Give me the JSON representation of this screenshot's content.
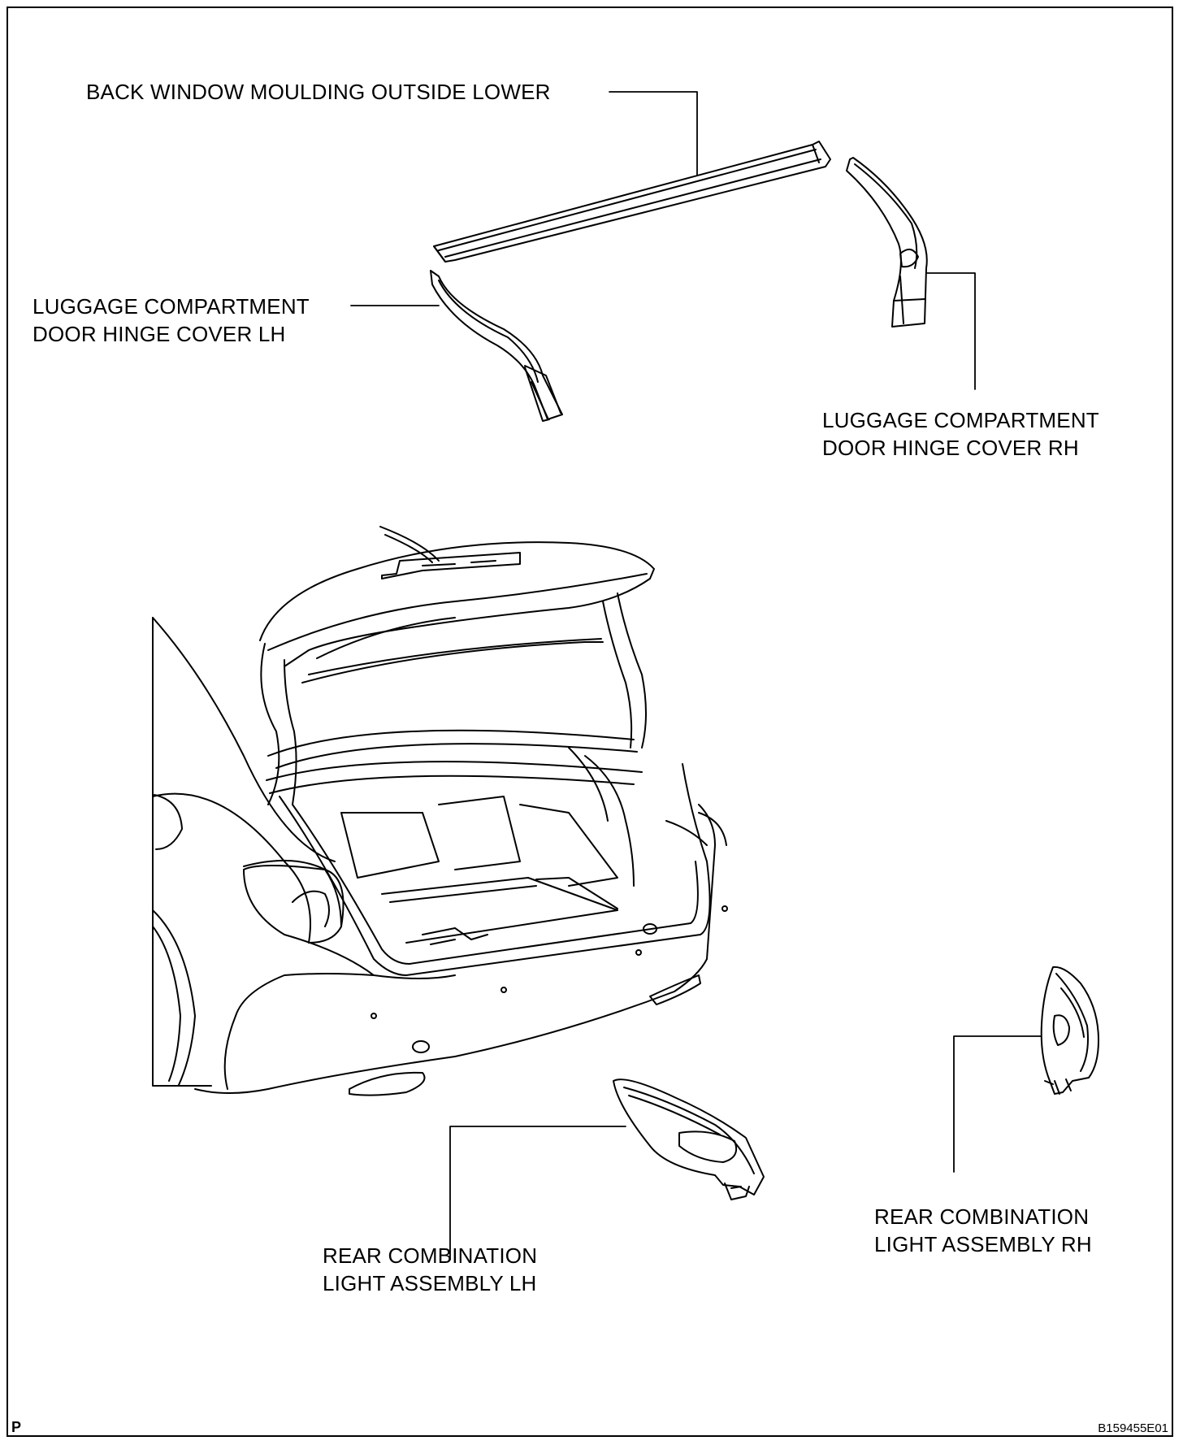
{
  "labels": {
    "back_window_moulding": "BACK WINDOW MOULDING OUTSIDE LOWER",
    "hinge_cover_lh": [
      "LUGGAGE COMPARTMENT",
      "DOOR HINGE COVER LH"
    ],
    "hinge_cover_rh": [
      "LUGGAGE COMPARTMENT",
      "DOOR HINGE COVER RH"
    ],
    "rear_light_lh": [
      "REAR COMBINATION",
      "LIGHT ASSEMBLY LH"
    ],
    "rear_light_rh": [
      "REAR COMBINATION",
      "LIGHT ASSEMBLY RH"
    ]
  },
  "corner_mark": "P",
  "figure_code": "B159455E01"
}
